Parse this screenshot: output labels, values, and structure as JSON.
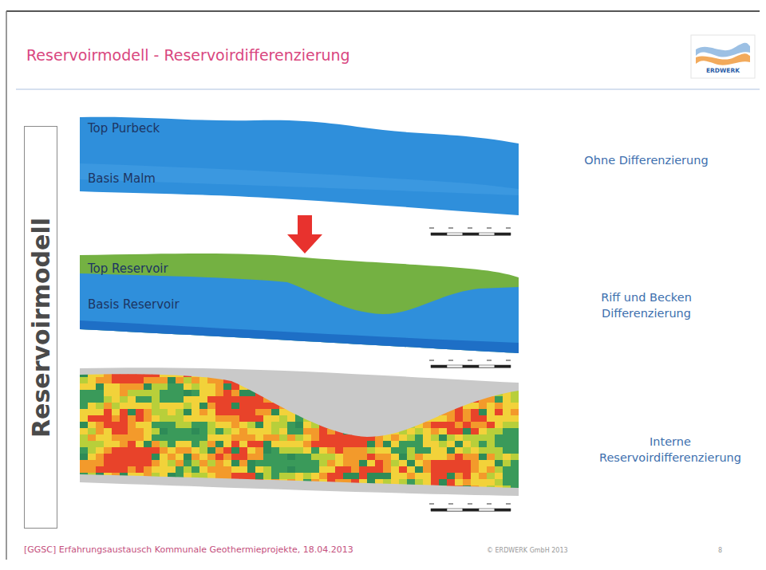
{
  "diagram": {
    "title": "Reservoirmodell - Reservoirdifferenzierung",
    "nodes": [
      {
        "text": [
          "Reservoirmodell"
        ]
      },
      {
        "text": [
          "Top Purbeck",
          "Basis Malm"
        ]
      },
      {
        "text": [
          "Top Reservoir",
          "Basis Reservoir"
        ]
      }
    ],
    "edges": [
      {
        "from": 1,
        "to": 2,
        "arrow": "to"
      }
    ],
    "labels": [
      "ERDWERK",
      "Ohne Differenzierung",
      "Riff und Becken Differenzierung",
      "Interne Reservoirdifferenzierung",
      "[GGSC] Erfahrungsaustausch Kommunale Geothermieprojekte, 18.04.2013",
      "© ERDWERK GmbH 2013",
      "8"
    ]
  }
}
